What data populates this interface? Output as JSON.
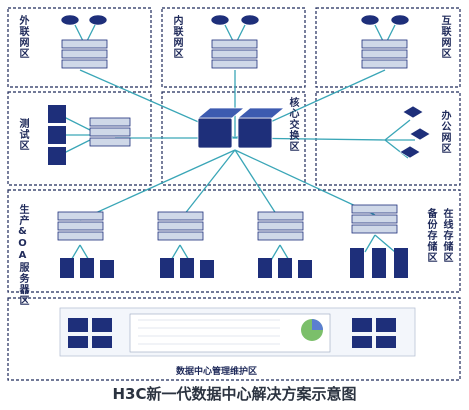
{
  "zones": {
    "external": "外联网区",
    "internal": "内联网区",
    "internet": "互联网区",
    "test": "测试区",
    "core": "核心交换区",
    "office": "办公网区",
    "production": "生产&OA服务器区",
    "backup_online": "在线存储区",
    "backup": "备份存储区",
    "management": "数据中心管理维护区"
  },
  "caption": "H3C新一代数据中心解决方案示意图",
  "colors": {
    "zone_border": "#1f2a5a",
    "link_line": "#3aa6b7",
    "device_dark": "#1e2f7a",
    "device_light": "#cfd8e8"
  }
}
